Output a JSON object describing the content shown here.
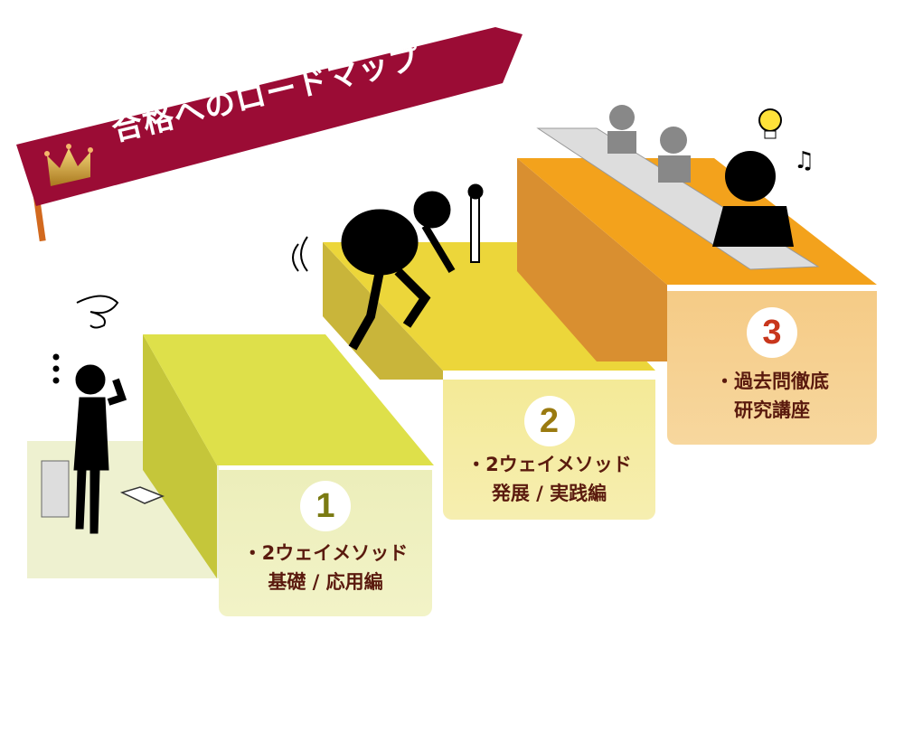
{
  "banner": {
    "title": "合格へのロードマップ",
    "icon": "crown-icon",
    "color": "#9b0c35"
  },
  "steps": [
    {
      "number": "1",
      "line1": "・2ウェイメソッド",
      "line2": "基礎 / 応用編",
      "number_color": "#7a7a12"
    },
    {
      "number": "2",
      "line1": "・2ウェイメソッド",
      "line2": "発展 / 実践編",
      "number_color": "#9a7a10"
    },
    {
      "number": "3",
      "line1": "・過去問徹底",
      "line2": "研究講座",
      "number_color": "#c8361c"
    }
  ]
}
